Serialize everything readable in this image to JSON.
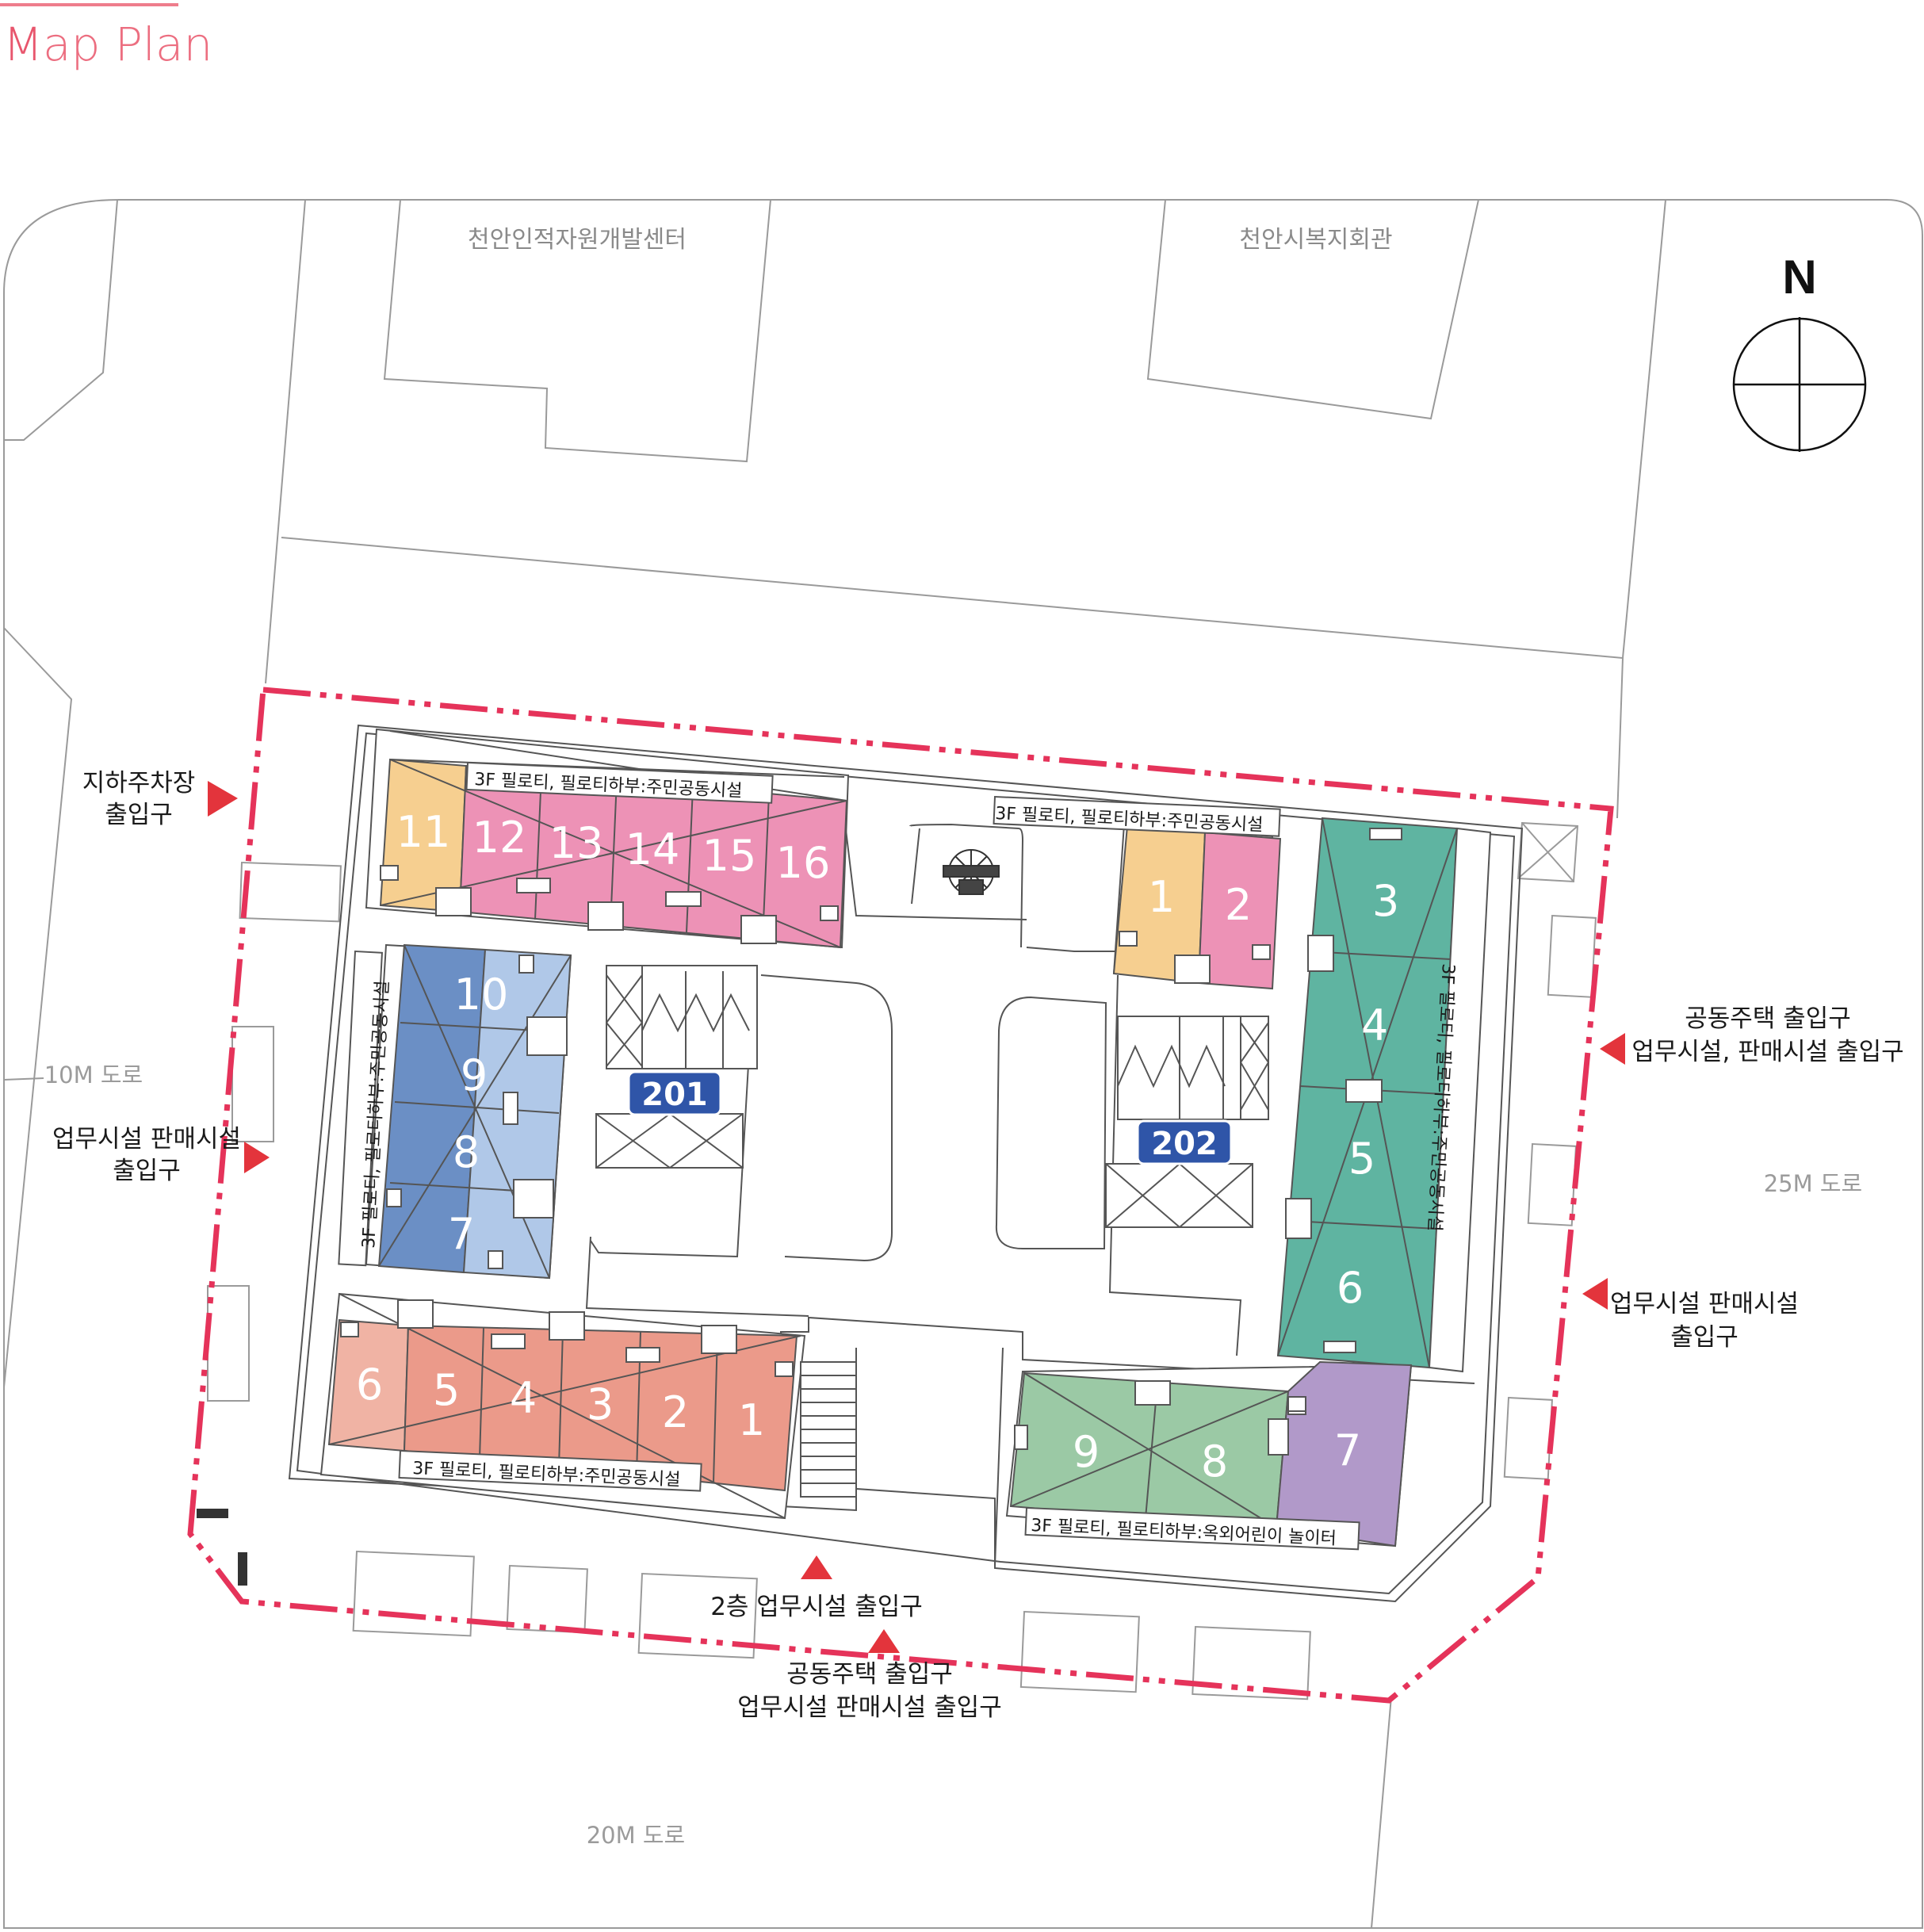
{
  "title": {
    "first": "M",
    "rest": "ap Plan"
  },
  "compass": {
    "label": "N"
  },
  "neighbors": {
    "left": "천안인적자원개발센터",
    "right": "천안시복지회관"
  },
  "roads": {
    "left": "10M 도로",
    "right": "25M 도로",
    "bottom": "20M 도로"
  },
  "entrances": {
    "parking": [
      "지하주차장",
      "출입구"
    ],
    "west_commercial": [
      "업무시설 판매시설",
      "출입구"
    ],
    "east_housing": [
      "공동주택 출입구",
      "업무시설, 판매시설 출입구"
    ],
    "east_commercial": [
      "업무시설 판매시설",
      "출입구"
    ],
    "second_floor": "2층 업무시설 출입구",
    "south_main": [
      "공동주택 출입구",
      "업무시설 판매시설 출입구"
    ]
  },
  "buildings": {
    "b201": "201",
    "b202": "202"
  },
  "piloti_labels": {
    "top_left": "3F 필로티, 필로티하부:주민공동시설",
    "top_right": "3F 필로티, 필로티하부:주민공동시설",
    "left_vertical": "3F 필로티, 필로티하부:주민공동시설",
    "right_vertical": "3F 필로티, 필로티하부:주민공동시설",
    "bottom_left": "3F 필로티, 필로티하부:주민공동시설",
    "bottom_right": "3F 필로티, 필로티하부:옥외어린이 놀이터"
  },
  "units": {
    "top_left": [
      "11",
      "12",
      "13",
      "14",
      "15",
      "16"
    ],
    "top_right": [
      "1",
      "2"
    ],
    "left": [
      "10",
      "9",
      "8",
      "7"
    ],
    "right": [
      "3",
      "4",
      "5",
      "6"
    ],
    "bottom_left": [
      "6",
      "5",
      "4",
      "3",
      "2",
      "1"
    ],
    "bottom_right": [
      "9",
      "8",
      "7"
    ]
  },
  "colors": {
    "site_boundary": "#e5335a",
    "entrance_arrow": "#e3343c",
    "orange": "#f6cf90",
    "pink": "#ed92b6",
    "blue_dark": "#6b8fc5",
    "blue_light": "#b0c8e8",
    "teal": "#5fb4a1",
    "salmon": "#eb9a8a",
    "salmon_light": "#f0b3a4",
    "green": "#9bc9a5",
    "purple": "#b199c9",
    "building_badge": "#2f55a8"
  }
}
